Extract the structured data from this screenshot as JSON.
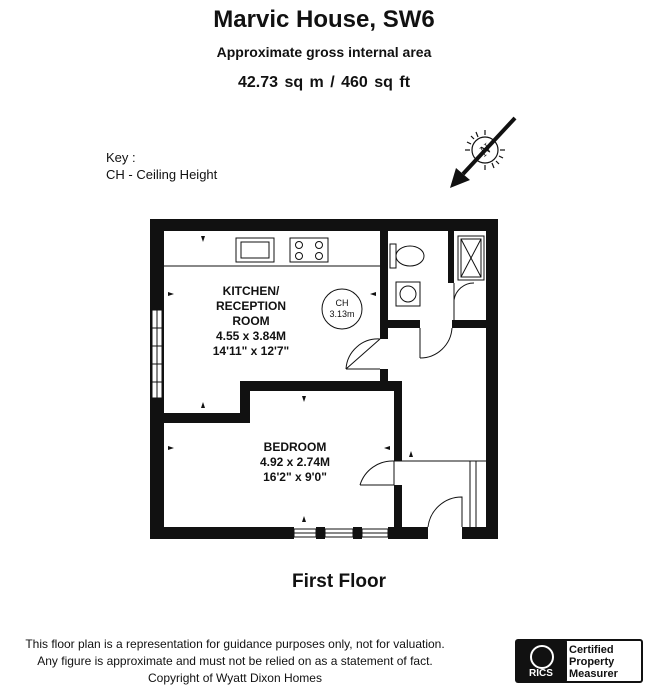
{
  "header": {
    "title": "Marvic House, SW6",
    "subtitle": "Approximate gross internal area",
    "area": "42.73 sq m /  460 sq ft"
  },
  "key": {
    "title": "Key :",
    "line": "CH - Ceiling Height"
  },
  "compass": {
    "letter": "N"
  },
  "rooms": {
    "kitchen": {
      "name_line1": "KITCHEN/",
      "name_line2": "RECEPTION",
      "name_line3": "ROOM",
      "metric": "4.55 x 3.84M",
      "imperial": "14'11\" x 12'7\""
    },
    "bedroom": {
      "name": "BEDROOM",
      "metric": "4.92 x 2.74M",
      "imperial": "16'2\" x 9'0\""
    },
    "ceiling_height": {
      "code": "CH",
      "value": "3.13m"
    }
  },
  "floor_label": "First Floor",
  "disclaimer": {
    "line1": "This floor plan is a representation for guidance purposes only, not for valuation.",
    "line2": "Any figure is approximate and must not be relied on as a statement of fact.",
    "line3": "Copyright of Wyatt Dixon Homes"
  },
  "badge": {
    "rics": "RICS",
    "certified_line1": "Certified",
    "certified_line2": "Property",
    "certified_line3": "Measurer"
  },
  "colors": {
    "wall": "#111111",
    "background": "#ffffff"
  }
}
